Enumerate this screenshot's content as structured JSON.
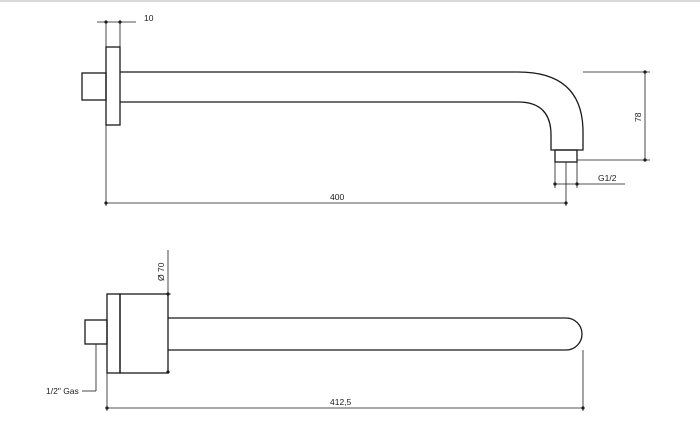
{
  "top_view": {
    "dim_flange": "10",
    "dim_length": "400",
    "dim_drop": "78",
    "thread": "G1/2"
  },
  "bottom_view": {
    "dim_diameter": "Ø 70",
    "dim_length": "412,5",
    "connection": "1/2\" Gas"
  }
}
